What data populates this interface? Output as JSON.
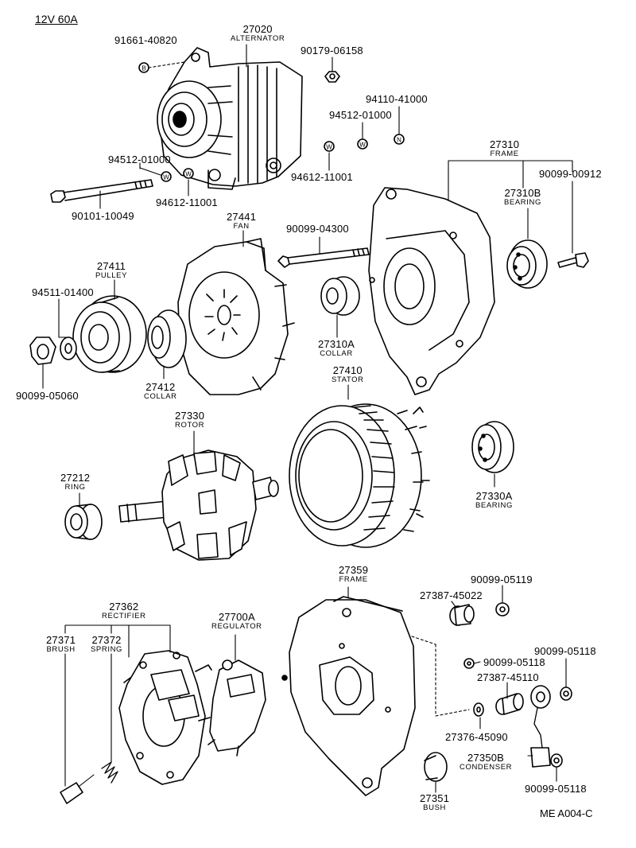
{
  "header": {
    "spec": "12V 60A"
  },
  "figure_code": "ME A004-C",
  "parts": {
    "p91661": {
      "number": "91661-40820"
    },
    "p27020": {
      "number": "27020",
      "name": "ALTERNATOR"
    },
    "p90179": {
      "number": "90179-06158"
    },
    "p94110": {
      "number": "94110-41000"
    },
    "p94512a": {
      "number": "94512-01000"
    },
    "p94512b": {
      "number": "94512-01000"
    },
    "p94612a": {
      "number": "94612-11001"
    },
    "p94612b": {
      "number": "94612-11001"
    },
    "p90101": {
      "number": "90101-10049"
    },
    "p27310": {
      "number": "27310",
      "name": "FRAME"
    },
    "p90099_00912": {
      "number": "90099-00912"
    },
    "p27310B": {
      "number": "27310B",
      "name": "BEARING"
    },
    "p27441": {
      "number": "27441",
      "name": "FAN"
    },
    "p90099_04300": {
      "number": "90099-04300"
    },
    "p27411": {
      "number": "27411",
      "name": "PULLEY"
    },
    "p94511": {
      "number": "94511-01400"
    },
    "p90099_05060": {
      "number": "90099-05060"
    },
    "p27412": {
      "number": "27412",
      "name": "COLLAR"
    },
    "p27310A": {
      "number": "27310A",
      "name": "COLLAR"
    },
    "p27410": {
      "number": "27410",
      "name": "STATOR"
    },
    "p27330": {
      "number": "27330",
      "name": "ROTOR"
    },
    "p27212": {
      "number": "27212",
      "name": "RING"
    },
    "p27330A": {
      "number": "27330A",
      "name": "BEARING"
    },
    "p27359": {
      "number": "27359",
      "name": "FRAME"
    },
    "p90099_05119": {
      "number": "90099-05119"
    },
    "p27387_45022": {
      "number": "27387-45022"
    },
    "p27362": {
      "number": "27362",
      "name": "RECTIFIER"
    },
    "p27700A": {
      "number": "27700A",
      "name": "REGULATOR"
    },
    "p27371": {
      "number": "27371",
      "name": "BRUSH"
    },
    "p27372": {
      "number": "27372",
      "name": "SPRING"
    },
    "p90099_05118a": {
      "number": "90099-05118"
    },
    "p90099_05118b": {
      "number": "90099-05118"
    },
    "p90099_05118c": {
      "number": "90099-05118"
    },
    "p27387_45110": {
      "number": "27387-45110"
    },
    "p27376": {
      "number": "27376-45090"
    },
    "p27350B": {
      "number": "27350B",
      "name": "CONDENSER"
    },
    "p27351": {
      "number": "27351",
      "name": "BUSH"
    }
  }
}
